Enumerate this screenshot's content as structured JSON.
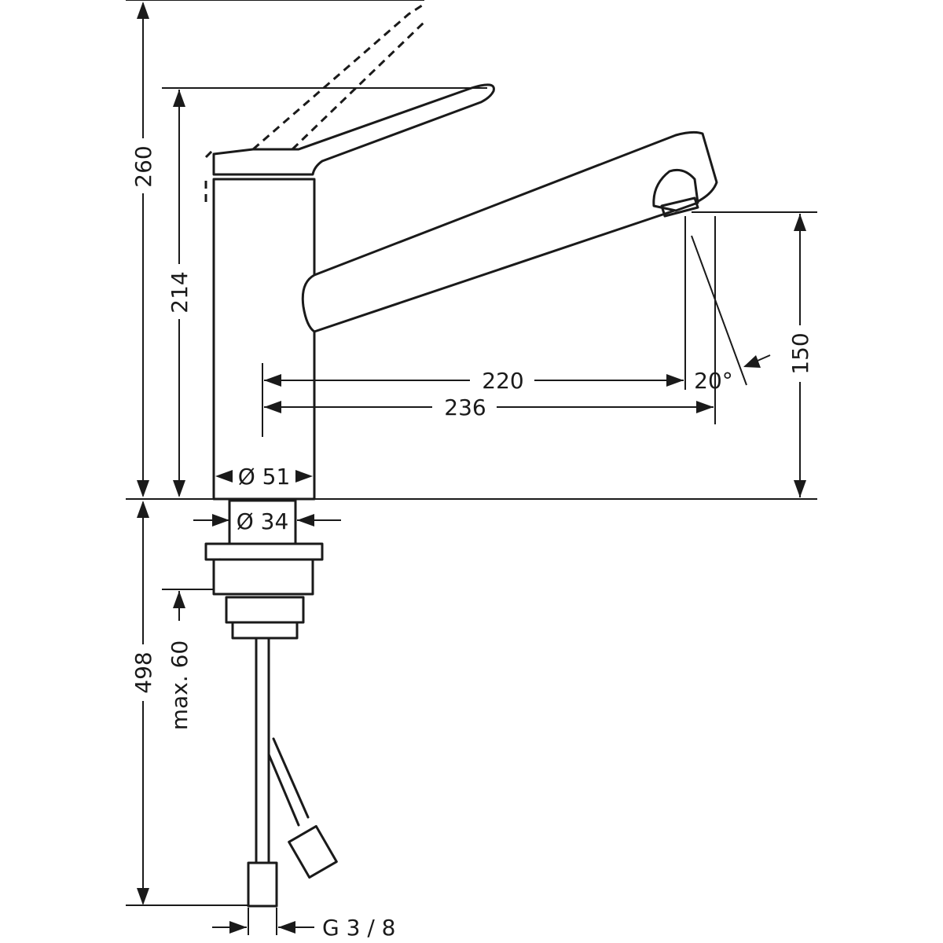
{
  "drawing": {
    "subject": "faucet",
    "dimensions": {
      "total_height_above": "260",
      "height_to_lever": "214",
      "spout_outlet_height": "150",
      "spout_reach_inner": "220",
      "spout_reach_outer": "236",
      "swivel_angle": "20°",
      "body_diameter": "Ø 51",
      "shank_diameter": "Ø 34",
      "hose_length_below": "498",
      "max_mount_thickness": "max. 60",
      "connection_thread": "G 3 / 8"
    }
  }
}
